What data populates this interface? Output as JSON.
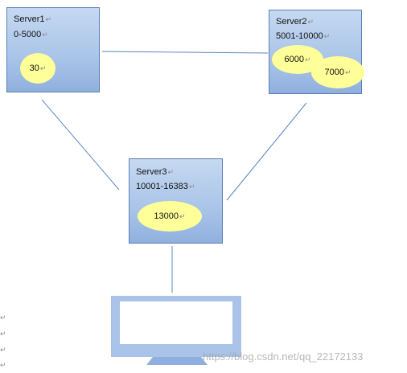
{
  "servers": [
    {
      "name": "Server1",
      "range": "0-5000",
      "slots": [
        "30"
      ]
    },
    {
      "name": "Server2",
      "range": "5001-10000",
      "slots": [
        "6000",
        "7000"
      ]
    },
    {
      "name": "Server3",
      "range": "10001-16383",
      "slots": [
        "13000"
      ]
    }
  ],
  "paragraph_mark": "↵",
  "watermark": "https://blog.csdn.net/qq_22172133",
  "colors": {
    "box_fill": "#b8cfee",
    "box_border": "#5b7fb5",
    "slot_fill": "#ffff99",
    "line": "#5b87c0"
  }
}
